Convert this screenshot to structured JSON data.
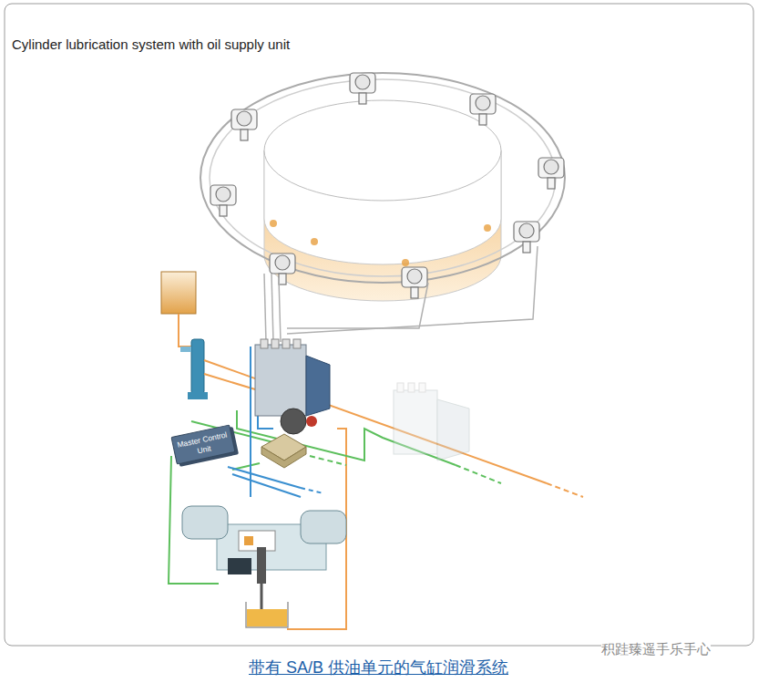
{
  "diagram": {
    "title": "Cylinder lubrication system with oil supply unit",
    "caption": "带有 SA/B 供油单元的气缸润滑系统",
    "nodes": [
      {
        "text": [
          "Master Control Unit"
        ]
      }
    ],
    "edges": [],
    "labels": [
      "积跬臻遥手乐手心"
    ]
  }
}
